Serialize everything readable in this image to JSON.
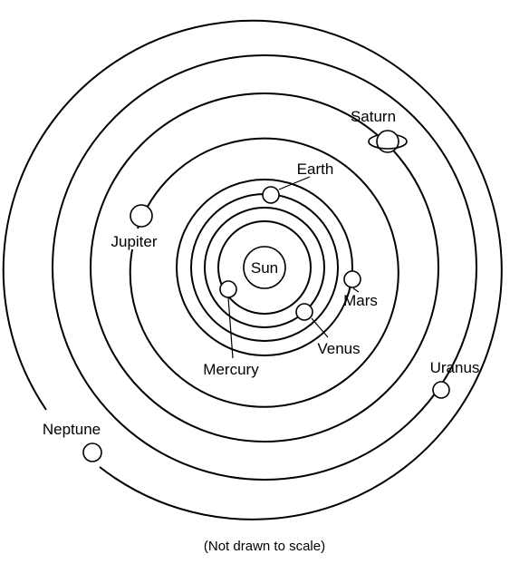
{
  "diagram": {
    "sun_label": "Sun",
    "caption": "(Not drawn to scale)",
    "planets": {
      "mercury": "Mercury",
      "venus": "Venus",
      "earth": "Earth",
      "mars": "Mars",
      "jupiter": "Jupiter",
      "saturn": "Saturn",
      "uranus": "Uranus",
      "neptune": "Neptune"
    }
  }
}
